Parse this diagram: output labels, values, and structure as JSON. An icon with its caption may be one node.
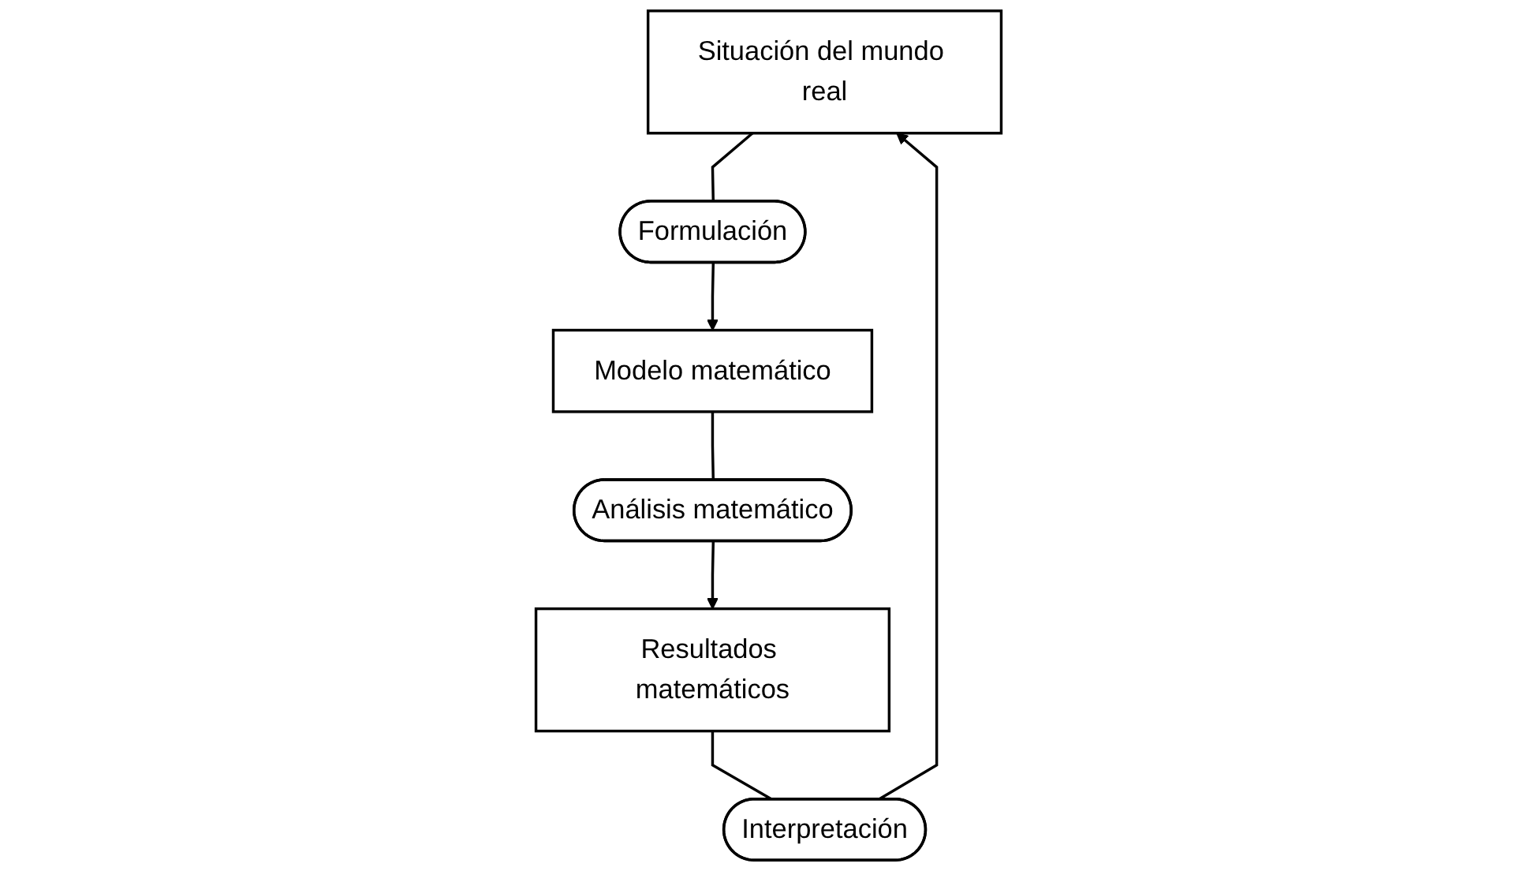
{
  "diagram": {
    "nodes": [
      {
        "text": [
          "Situación del mundo real"
        ]
      },
      {
        "text": [
          "Formulación"
        ]
      },
      {
        "text": [
          "Interpretación"
        ]
      },
      {
        "text": [
          "Modelo matemático"
        ]
      },
      {
        "text": [
          "Análisis matemático"
        ]
      },
      {
        "text": [
          "Resultados matemáticos"
        ]
      }
    ],
    "edges": [
      {
        "from": 0,
        "to": 1,
        "arrow": "none"
      },
      {
        "from": 1,
        "to": 3,
        "arrow": "to"
      },
      {
        "from": 3,
        "to": 4,
        "arrow": "none"
      },
      {
        "from": 4,
        "to": 5,
        "arrow": "to"
      },
      {
        "from": 5,
        "to": 2,
        "arrow": "none"
      },
      {
        "from": 2,
        "to": 0,
        "arrow": "to"
      }
    ]
  }
}
